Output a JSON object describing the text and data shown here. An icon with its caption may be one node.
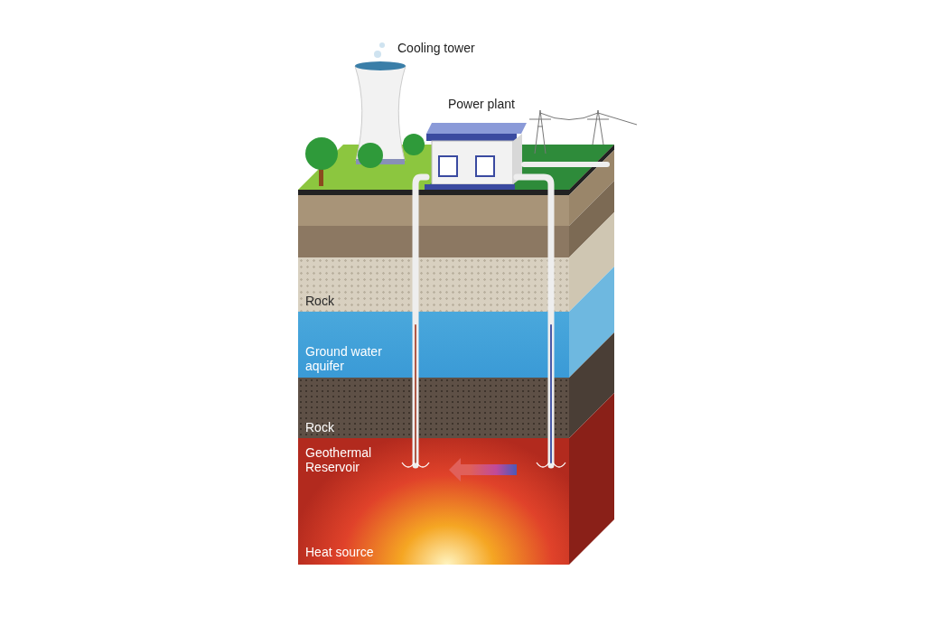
{
  "diagram": {
    "nodes": [
      {
        "text": [
          "Rock"
        ]
      },
      {
        "text": [
          "Ground water aquifer"
        ]
      },
      {
        "text": [
          "Rock"
        ]
      },
      {
        "text": [
          "Geothermal Reservoir",
          "Heat source"
        ]
      }
    ],
    "labels": [
      "Cooling tower",
      "Power plant"
    ]
  }
}
